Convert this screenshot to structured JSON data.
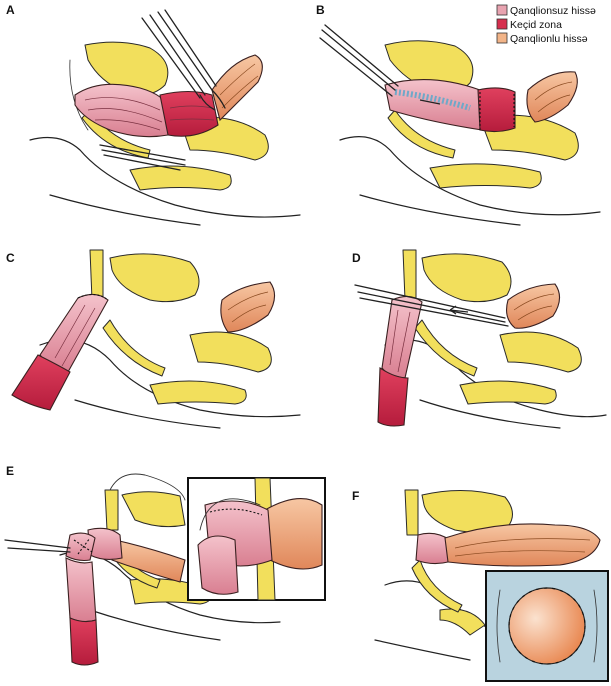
{
  "panels": [
    {
      "id": "A",
      "label": "A"
    },
    {
      "id": "B",
      "label": "B"
    },
    {
      "id": "C",
      "label": "C"
    },
    {
      "id": "D",
      "label": "D"
    },
    {
      "id": "E",
      "label": "E"
    },
    {
      "id": "F",
      "label": "F"
    }
  ],
  "legend": {
    "items": [
      {
        "label": "Qanqlionsuz hissə",
        "color": "#e8a3b0"
      },
      {
        "label": "Keçid zona",
        "color": "#d62f4e"
      },
      {
        "label": "Qanqlionlu hissə",
        "color": "#f2b488"
      }
    ]
  },
  "colors": {
    "aganglionic": "#e8a3b0",
    "transition": "#d62f4e",
    "ganglionic": "#f2b488",
    "bone": "#f2df5c",
    "inset_bg": "#b9d3df"
  }
}
